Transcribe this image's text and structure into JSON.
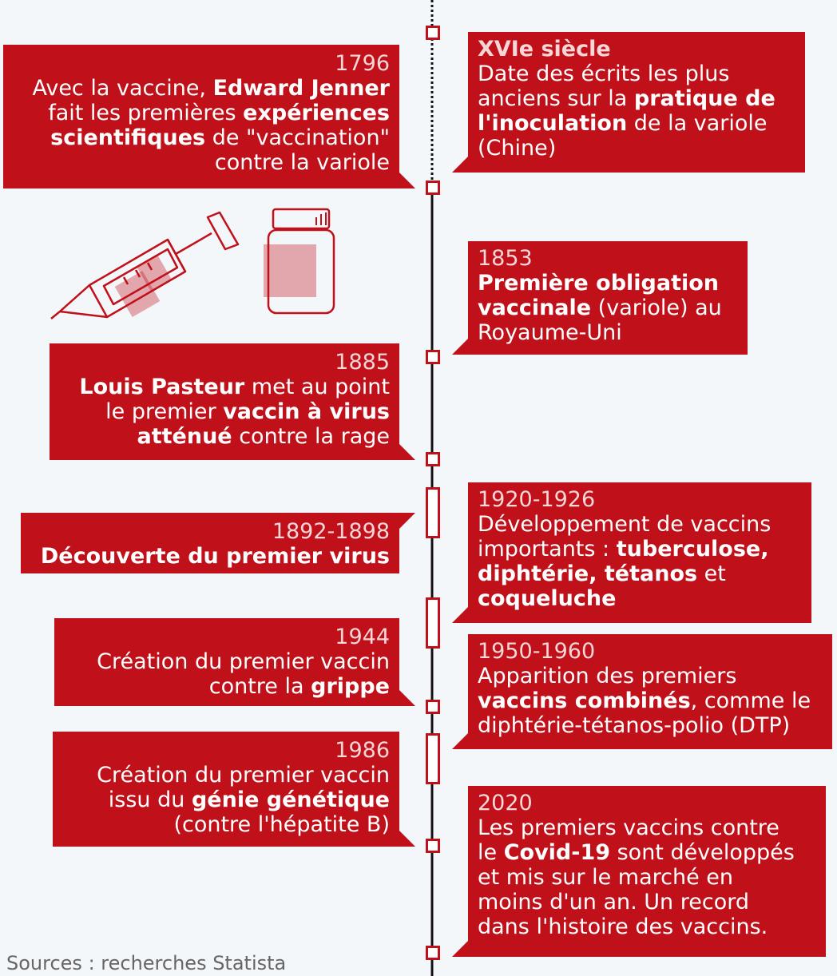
{
  "events_left": [
    {
      "year": "1796",
      "lines": [
        [
          "Avec la vaccine, ",
          ""
        ],
        [
          "Edward Jenner",
          "b"
        ],
        [
          "fait les premières ",
          ""
        ],
        [
          "expériences",
          "b"
        ],
        [
          "scientifiques",
          "b"
        ],
        [
          " de \"vaccination\"",
          ""
        ],
        [
          "contre la variole",
          ""
        ]
      ]
    },
    {
      "year": "1885"
    },
    {
      "year": "1892-1898"
    },
    {
      "year": "1944"
    },
    {
      "year": "1986"
    }
  ],
  "text": {
    "e1796": {
      "year": "1796",
      "a": "Avec la vaccine, ",
      "b": "Edward Jenner",
      "c": "fait les premières ",
      "d": "expériences",
      "e": "scientifiques",
      "f": " de \"vaccination\"",
      "g": "contre la variole"
    },
    "e16": {
      "year": "XVIe siècle",
      "a": "Date des écrits les plus",
      "b": "anciens sur la ",
      "c": "pratique de",
      "d": "l'inoculation",
      "e": " de la variole",
      "f": "(Chine)"
    },
    "e1853": {
      "year": "1853",
      "a": "Première obligation",
      "b": "vaccinale",
      "c": " (variole) au",
      "d": "Royaume-Uni"
    },
    "e1885": {
      "year": "1885",
      "a": "Louis Pasteur",
      "b": " met au point",
      "c": "le premier ",
      "d": "vaccin à virus",
      "e": "atténué",
      "f": " contre la rage"
    },
    "e1892": {
      "year": "1892-1898",
      "a": "Découverte du premier virus"
    },
    "e1920": {
      "year": "1920-1926",
      "a": "Développement de vaccins",
      "b": "importants : ",
      "c": "tuberculose,",
      "d": "diphtérie, tétanos",
      "e": " et",
      "f": "coqueluche"
    },
    "e1944": {
      "year": "1944",
      "a": "Création du premier vaccin",
      "b": "contre la ",
      "c": "grippe"
    },
    "e1950": {
      "year": "1950-1960",
      "a": "Apparition des premiers",
      "b": "vaccins combinés",
      "c": ", comme le",
      "d": "diphtérie-tétanos-polio (DTP)"
    },
    "e1986": {
      "year": "1986",
      "a": "Création du premier vaccin",
      "b": "issu du ",
      "c": "génie génétique",
      "d": "(contre l'hépatite B)"
    },
    "e2020": {
      "year": "2020",
      "a": "Les premiers vaccins contre",
      "b": "le ",
      "c": "Covid-19",
      "d": " sont développés",
      "e": "et mis sur le marché en",
      "f": "moins d'un an. Un record",
      "g": "dans l'histoire des vaccins."
    }
  },
  "sources": "Sources : recherches Statista",
  "colors": {
    "accent": "#c0101a",
    "background": "#f4f7fa"
  },
  "icons": [
    "syringe-icon",
    "vial-icon"
  ]
}
